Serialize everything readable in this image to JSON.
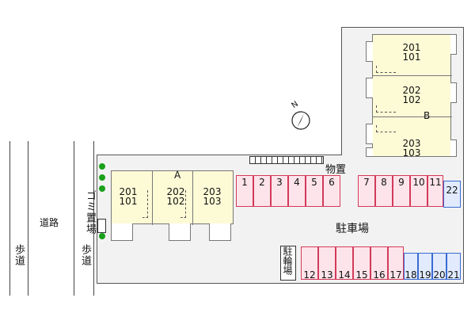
{
  "buildings": {
    "A": {
      "label": "A",
      "units": [
        {
          "top": "201",
          "bottom": "101"
        },
        {
          "top": "202",
          "bottom": "102"
        },
        {
          "top": "203",
          "bottom": "103"
        }
      ]
    },
    "B": {
      "label": "B",
      "units": [
        {
          "top": "201",
          "bottom": "101"
        },
        {
          "top": "202",
          "bottom": "102"
        },
        {
          "top": "203",
          "bottom": "103"
        }
      ]
    }
  },
  "labels": {
    "road": "道路",
    "sidewalk_left": "歩道",
    "sidewalk_right": "歩道",
    "garbage": "ゴミ置場",
    "storage": "物置",
    "parking": "駐車場",
    "bike_parking": "駐輪場",
    "north": "N"
  },
  "parking_top": [
    "1",
    "2",
    "3",
    "4",
    "5",
    "6",
    "7",
    "8",
    "9",
    "10",
    "11",
    "22"
  ],
  "parking_bottom": [
    "12",
    "13",
    "14",
    "15",
    "16",
    "17",
    "18",
    "19",
    "20",
    "21"
  ],
  "colors": {
    "car_space": "#d23a5a",
    "alt_space": "#3a6ad2",
    "building": "#fdfbd6",
    "tree": "#1aa01a"
  }
}
